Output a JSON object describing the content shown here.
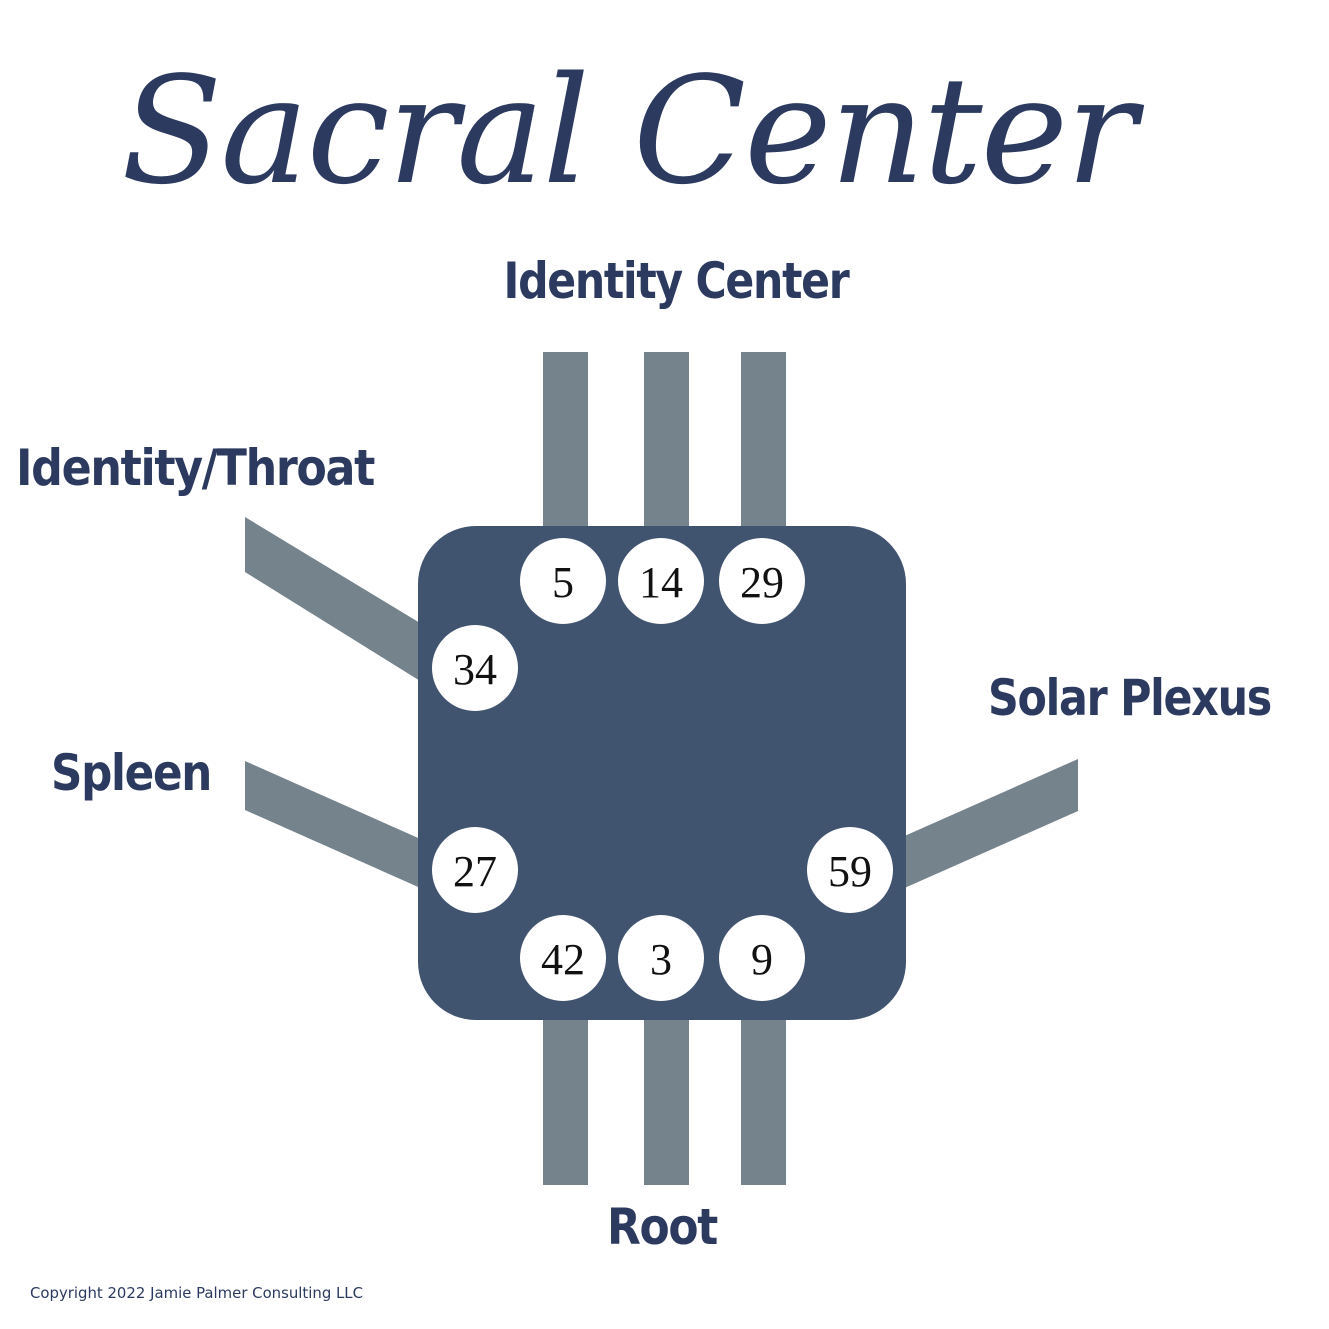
{
  "title": "Sacral Center",
  "labels": {
    "identity_center": "Identity Center",
    "identity_throat": "Identity/Throat",
    "spleen": "Spleen",
    "solar_plexus": "Solar Plexus",
    "root": "Root"
  },
  "gates": {
    "top": [
      "5",
      "14",
      "29"
    ],
    "left_upper": "34",
    "left_lower": "27",
    "right": "59",
    "bottom": [
      "42",
      "3",
      "9"
    ]
  },
  "copyright": "Copyright 2022 Jamie Palmer Consulting LLC",
  "colors": {
    "text": "#2b3a5e",
    "center": "#41546f",
    "channel": "#75838c",
    "gate_fill": "#ffffff"
  }
}
